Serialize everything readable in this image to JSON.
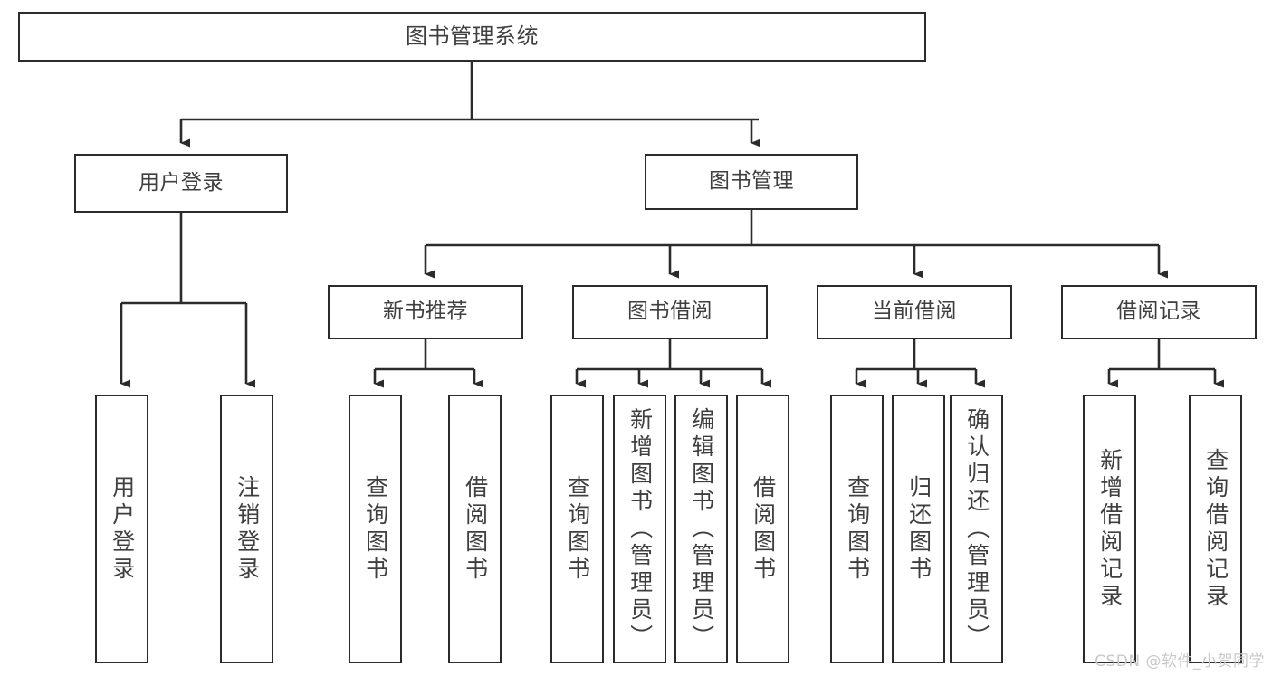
{
  "diagram": {
    "title": "图书管理系统",
    "type": "tree-hierarchy-diagram",
    "colors": {
      "box_border": "#2b2b2b",
      "box_fill": "#ffffff",
      "connector": "#2b2b2b",
      "text": "#3f3f3f",
      "watermark": "#c9c9c9",
      "background": "#ffffff"
    },
    "nodes": {
      "root": {
        "label": "图书管理系统"
      },
      "level2": [
        {
          "label": "用户登录"
        },
        {
          "label": "图书管理"
        }
      ],
      "level3": [
        {
          "label": "新书推荐"
        },
        {
          "label": "图书借阅"
        },
        {
          "label": "当前借阅"
        },
        {
          "label": "借阅记录"
        }
      ],
      "leaves": {
        "user_login": [
          {
            "label": "用户登录"
          },
          {
            "label": "注销登录"
          }
        ],
        "new_book_recommend": [
          {
            "label": "查询图书"
          },
          {
            "label": "借阅图书"
          }
        ],
        "book_borrow": [
          {
            "label": "查询图书"
          },
          {
            "label": "新增图书（管理员）"
          },
          {
            "label": "编辑图书（管理员）"
          },
          {
            "label": "借阅图书"
          }
        ],
        "current_borrow": [
          {
            "label": "查询图书"
          },
          {
            "label": "归还图书"
          },
          {
            "label": "确认归还（管理员）"
          }
        ],
        "borrow_record": [
          {
            "label": "新增借阅记录"
          },
          {
            "label": "查询借阅记录"
          }
        ]
      }
    },
    "watermark": "CSDN @软件_小贺同学"
  }
}
